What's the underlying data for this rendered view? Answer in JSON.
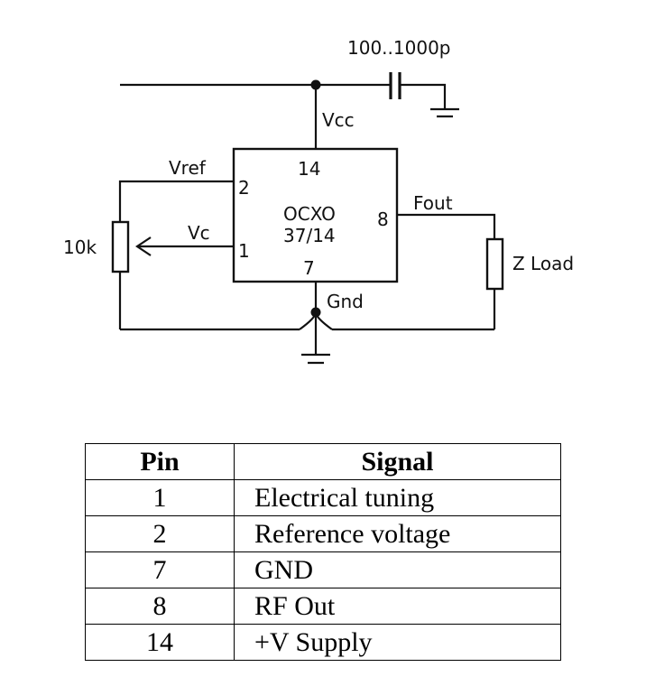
{
  "schematic": {
    "capacitor_value": "100..1000p",
    "vcc_label": "Vcc",
    "gnd_label": "Gnd",
    "vref_label": "Vref",
    "vc_label": "Vc",
    "fout_label": "Fout",
    "pot_value": "10k",
    "load_label": "Z Load",
    "ic_line1": "OCXO",
    "ic_line2": "37/14",
    "pins": {
      "top": "14",
      "left_upper": "2",
      "left_lower": "1",
      "right": "8",
      "bottom": "7"
    }
  },
  "table": {
    "headers": {
      "pin": "Pin",
      "signal": "Signal"
    },
    "rows": [
      {
        "pin": "1",
        "signal": "Electrical tuning"
      },
      {
        "pin": "2",
        "signal": "Reference voltage"
      },
      {
        "pin": "7",
        "signal": "GND"
      },
      {
        "pin": "8",
        "signal": "RF Out"
      },
      {
        "pin": "14",
        "signal": "+V Supply"
      }
    ]
  }
}
